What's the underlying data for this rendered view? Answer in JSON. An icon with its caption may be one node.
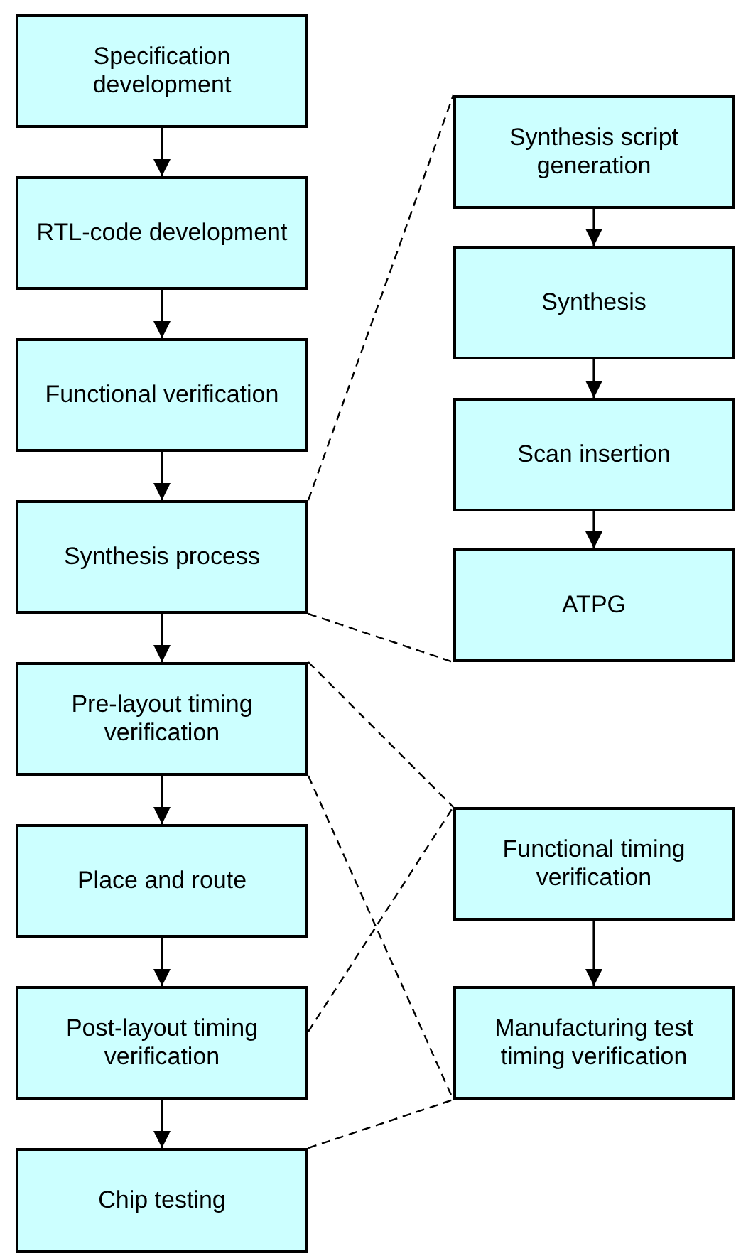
{
  "diagram": {
    "nodes": [
      {
        "text": [
          "Specification development"
        ]
      },
      {
        "text": [
          "RTL-code development"
        ]
      },
      {
        "text": [
          "Functional verification"
        ]
      },
      {
        "text": [
          "Synthesis process"
        ]
      },
      {
        "text": [
          "Pre-layout timing verification"
        ]
      },
      {
        "text": [
          "Place and route"
        ]
      },
      {
        "text": [
          "Post-layout timing verification"
        ]
      },
      {
        "text": [
          "Chip testing"
        ]
      },
      {
        "text": [
          "Synthesis script generation"
        ]
      },
      {
        "text": [
          "Synthesis"
        ]
      },
      {
        "text": [
          "Scan insertion"
        ]
      },
      {
        "text": [
          "ATPG"
        ]
      },
      {
        "text": [
          "Functional timing verification"
        ]
      },
      {
        "text": [
          "Manufacturing test timing verification"
        ]
      }
    ],
    "edges": [
      {
        "from": 0,
        "to": 1,
        "arrow": "to"
      },
      {
        "from": 1,
        "to": 2,
        "arrow": "to"
      },
      {
        "from": 2,
        "to": 3,
        "arrow": "to"
      },
      {
        "from": 3,
        "to": 4,
        "arrow": "to"
      },
      {
        "from": 4,
        "to": 5,
        "arrow": "to"
      },
      {
        "from": 5,
        "to": 6,
        "arrow": "to"
      },
      {
        "from": 6,
        "to": 7,
        "arrow": "to"
      },
      {
        "from": 8,
        "to": 9,
        "arrow": "to"
      },
      {
        "from": 9,
        "to": 10,
        "arrow": "to"
      },
      {
        "from": 10,
        "to": 11,
        "arrow": "to"
      },
      {
        "from": 12,
        "to": 13,
        "arrow": "to"
      },
      {
        "from": 3,
        "to": 8,
        "arrow": "none",
        "style": "dashed"
      },
      {
        "from": 3,
        "to": 11,
        "arrow": "none",
        "style": "dashed"
      },
      {
        "from": 4,
        "to": 12,
        "arrow": "none",
        "style": "dashed"
      },
      {
        "from": 4,
        "to": 13,
        "arrow": "none",
        "style": "dashed"
      },
      {
        "from": 6,
        "to": 12,
        "arrow": "none",
        "style": "dashed"
      },
      {
        "from": 7,
        "to": 13,
        "arrow": "none",
        "style": "dashed"
      }
    ]
  }
}
